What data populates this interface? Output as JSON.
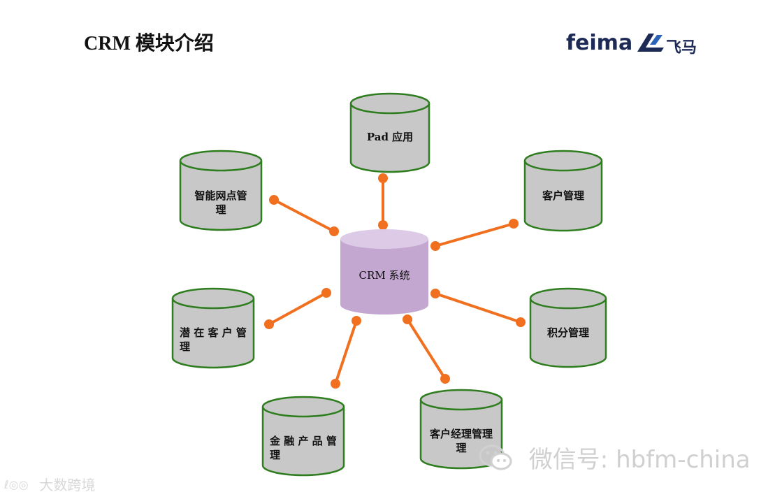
{
  "header": {
    "title": "CRM 模块介绍",
    "logo_text": "feima",
    "logo_cn": "飞马"
  },
  "diagram": {
    "center": {
      "label": "CRM 系统"
    },
    "modules": [
      {
        "id": "pad",
        "label_lines": [
          "Pad 应用"
        ]
      },
      {
        "id": "customer",
        "label_lines": [
          "客户管理"
        ]
      },
      {
        "id": "points",
        "label_lines": [
          "积分管理"
        ]
      },
      {
        "id": "manager",
        "label_lines": [
          "客户经理管理",
          "理"
        ]
      },
      {
        "id": "finance",
        "label_lines": [
          "金 融 产 品 管",
          "理"
        ]
      },
      {
        "id": "potential",
        "label_lines": [
          "潜 在 客 户 管",
          "理"
        ]
      },
      {
        "id": "branch",
        "label_lines": [
          "智能网点管",
          "理"
        ]
      }
    ],
    "colors": {
      "cylinder_fill": "#c8c8c8",
      "cylinder_stroke": "#2e7d1f",
      "center_fill": "#c3a7d0",
      "center_top": "#dccae6",
      "connector": "#f07020"
    }
  },
  "watermarks": {
    "left": "大数跨境",
    "right": "微信号: hbfm-china"
  }
}
